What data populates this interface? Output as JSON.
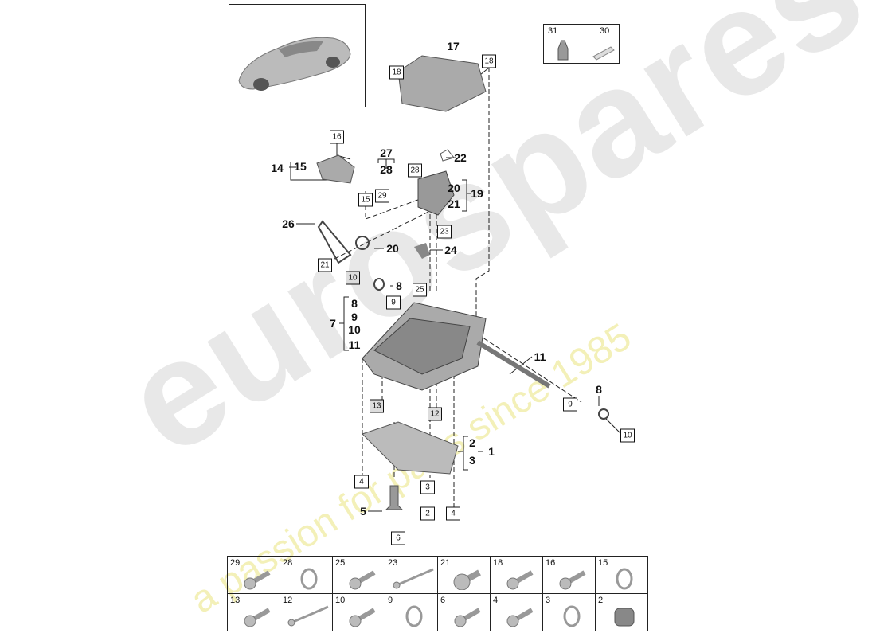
{
  "watermark": {
    "brand": "eurospares",
    "tagline": "a passion for parts since 1985"
  },
  "legend_top": [
    {
      "num": "31",
      "item": "sealant-tube-icon"
    },
    {
      "num": "30",
      "item": "grease-tube-icon"
    }
  ],
  "labels": [
    "17",
    "27",
    "28",
    "22",
    "14",
    "15",
    "20",
    "21",
    "19",
    "26",
    "20",
    "24",
    "8",
    "8",
    "9",
    "10",
    "11",
    "7",
    "11",
    "8",
    "2",
    "3",
    "1",
    "5"
  ],
  "boxed": [
    "18",
    "18",
    "16",
    "28",
    "15",
    "29",
    "23",
    "21",
    "10",
    "9",
    "25",
    "13",
    "12",
    "9",
    "10",
    "4",
    "3",
    "4",
    "2",
    "6"
  ],
  "parts_table": {
    "row1": [
      {
        "num": "29",
        "part": "screw"
      },
      {
        "num": "28",
        "part": "ring"
      },
      {
        "num": "25",
        "part": "screw"
      },
      {
        "num": "23",
        "part": "long-screw"
      },
      {
        "num": "21",
        "part": "large-screw"
      },
      {
        "num": "18",
        "part": "screw"
      },
      {
        "num": "16",
        "part": "screw"
      },
      {
        "num": "15",
        "part": "ring"
      }
    ],
    "row2": [
      {
        "num": "13",
        "part": "screw"
      },
      {
        "num": "12",
        "part": "long-screw"
      },
      {
        "num": "10",
        "part": "screw"
      },
      {
        "num": "9",
        "part": "ring"
      },
      {
        "num": "6",
        "part": "screw"
      },
      {
        "num": "4",
        "part": "screw"
      },
      {
        "num": "3",
        "part": "ring"
      },
      {
        "num": "2",
        "part": "plug"
      }
    ]
  }
}
